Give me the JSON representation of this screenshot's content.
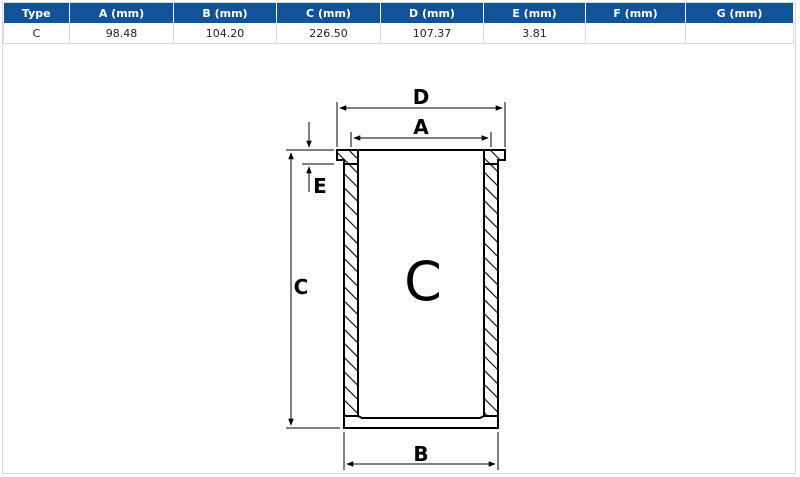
{
  "table": {
    "headers": [
      "Type",
      "A (mm)",
      "B (mm)",
      "C (mm)",
      "D (mm)",
      "E (mm)",
      "F (mm)",
      "G (mm)"
    ],
    "rows": [
      [
        "C",
        "98.48",
        "104.20",
        "226.50",
        "107.37",
        "3.81",
        "",
        ""
      ]
    ]
  },
  "diagram": {
    "labels": {
      "A": "A",
      "B": "B",
      "C": "C",
      "D": "D",
      "E": "E",
      "type": "C"
    }
  }
}
